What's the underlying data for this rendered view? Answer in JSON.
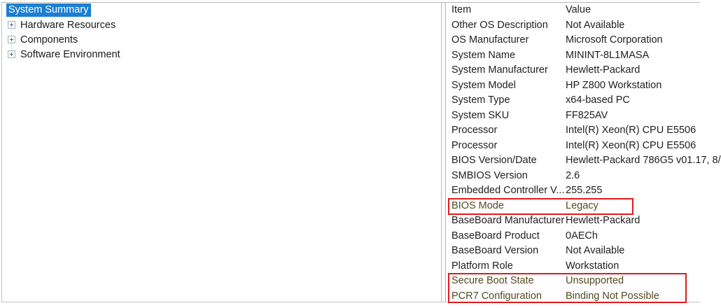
{
  "tree": {
    "selected_label": "System Summary",
    "nodes": [
      {
        "label": "Hardware Resources",
        "icon": "expand-plus-icon"
      },
      {
        "label": "Components",
        "icon": "expand-plus-icon"
      },
      {
        "label": "Software Environment",
        "icon": "expand-plus-icon"
      }
    ]
  },
  "details": {
    "columns": {
      "item": "Item",
      "value": "Value"
    },
    "rows": [
      {
        "item": "Other OS Description",
        "value": "Not Available",
        "flagged": false
      },
      {
        "item": "OS Manufacturer",
        "value": "Microsoft Corporation",
        "flagged": false
      },
      {
        "item": "System Name",
        "value": "MININT-8L1MASA",
        "flagged": false
      },
      {
        "item": "System Manufacturer",
        "value": "Hewlett-Packard",
        "flagged": false
      },
      {
        "item": "System Model",
        "value": "HP Z800 Workstation",
        "flagged": false
      },
      {
        "item": "System Type",
        "value": "x64-based PC",
        "flagged": false
      },
      {
        "item": "System SKU",
        "value": "FF825AV",
        "flagged": false
      },
      {
        "item": "Processor",
        "value": "Intel(R) Xeon(R) CPU          E5506",
        "flagged": false
      },
      {
        "item": "Processor",
        "value": "Intel(R) Xeon(R) CPU          E5506",
        "flagged": false
      },
      {
        "item": "BIOS Version/Date",
        "value": "Hewlett-Packard 786G5 v01.17, 8/",
        "flagged": false
      },
      {
        "item": "SMBIOS Version",
        "value": "2.6",
        "flagged": false
      },
      {
        "item": "Embedded Controller V...",
        "value": "255.255",
        "flagged": false
      },
      {
        "item": "BIOS Mode",
        "value": "Legacy",
        "flagged": true
      },
      {
        "item": "BaseBoard Manufacturer",
        "value": "Hewlett-Packard",
        "flagged": false
      },
      {
        "item": "BaseBoard Product",
        "value": "0AECh",
        "flagged": false
      },
      {
        "item": "BaseBoard Version",
        "value": "Not Available",
        "flagged": false
      },
      {
        "item": "Platform Role",
        "value": "Workstation",
        "flagged": false
      },
      {
        "item": "Secure Boot State",
        "value": "Unsupported",
        "flagged": true
      },
      {
        "item": "PCR7 Configuration",
        "value": "Binding Not Possible",
        "flagged": true
      }
    ]
  },
  "annotations": {
    "box_color": "#e01b1b",
    "boxes": [
      {
        "name": "bios-mode-highlight"
      },
      {
        "name": "secure-boot-highlight"
      }
    ]
  },
  "colors": {
    "selection_blue": "#1b7fd3",
    "flagged_text": "#544a22",
    "text": "#1f1f1f",
    "border": "#c3c3c3"
  }
}
